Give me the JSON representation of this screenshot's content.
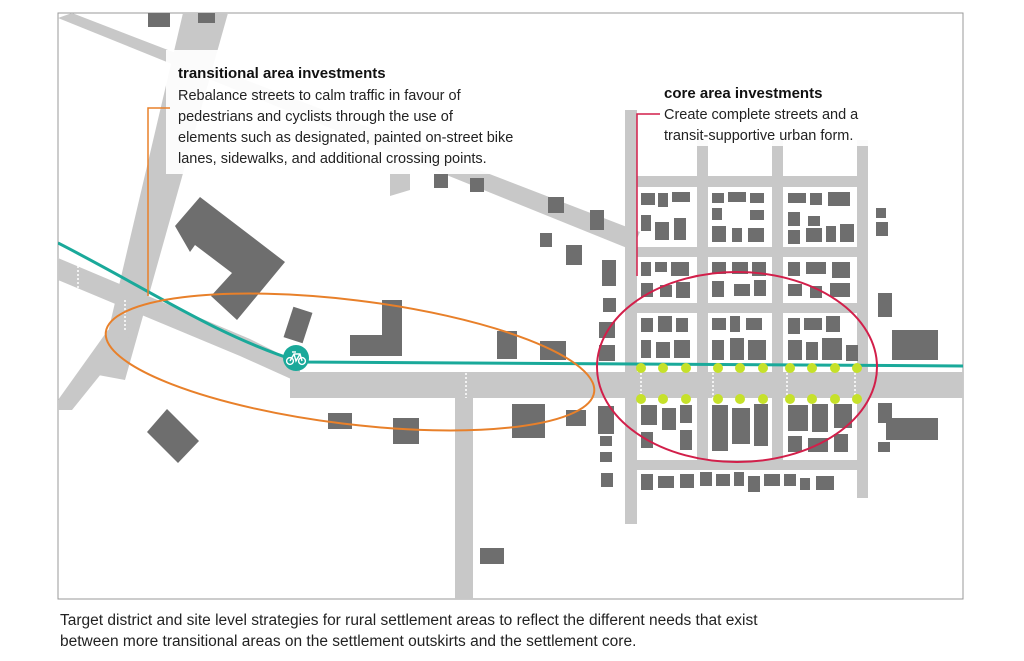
{
  "transitional": {
    "title": "transitional area investments",
    "lines": [
      "Rebalance streets to calm traffic in favour of",
      "pedestrians and cyclists through the use of",
      "elements such as designated, painted on-street bike",
      "lanes, sidewalks, and additional crossing points."
    ]
  },
  "core": {
    "title": "core area investments",
    "lines": [
      "Create complete streets and a",
      "transit-supportive urban form."
    ]
  },
  "icons": {
    "bike": "bicycle-icon"
  },
  "colors": {
    "road": "#c8c8c8",
    "building": "#6e6e6e",
    "bike_lane": "#1aa99a",
    "transitional_outline": "#e8802a",
    "core_outline": "#d21f4a",
    "tree": "#c6e12a"
  },
  "caption": {
    "line1": "Target district and site level strategies for rural settlement areas to reflect the different needs that exist",
    "line2": "between more transitional areas on the settlement outskirts and the settlement core."
  }
}
